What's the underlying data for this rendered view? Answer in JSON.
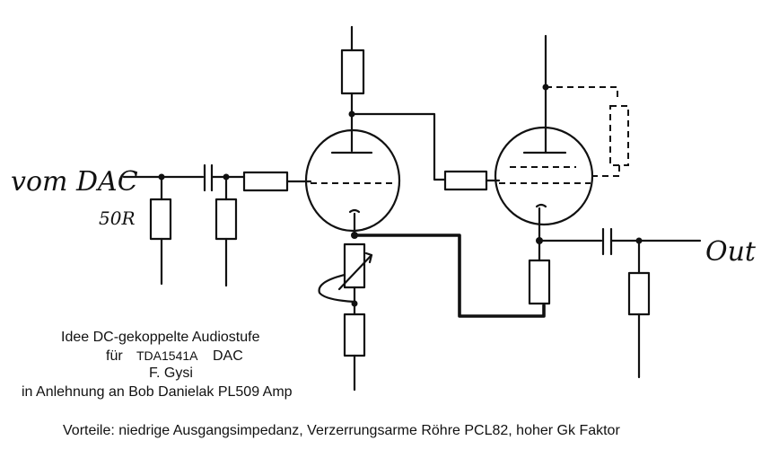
{
  "labels": {
    "input": "vom DAC",
    "input_resistor": "50R",
    "output": "Out"
  },
  "notes": {
    "title": "Idee DC-gekoppelte Audiostufe",
    "for_prefix": "für",
    "chip": "TDA1541A",
    "dac": "DAC",
    "author": "F. Gysi",
    "reference": "in Anlehnung an Bob Danielak PL509 Amp",
    "advantages": "Vorteile: niedrige Ausgangsimpedanz, Verzerrungsarme Röhre PCL82, hoher Gk Faktor"
  }
}
